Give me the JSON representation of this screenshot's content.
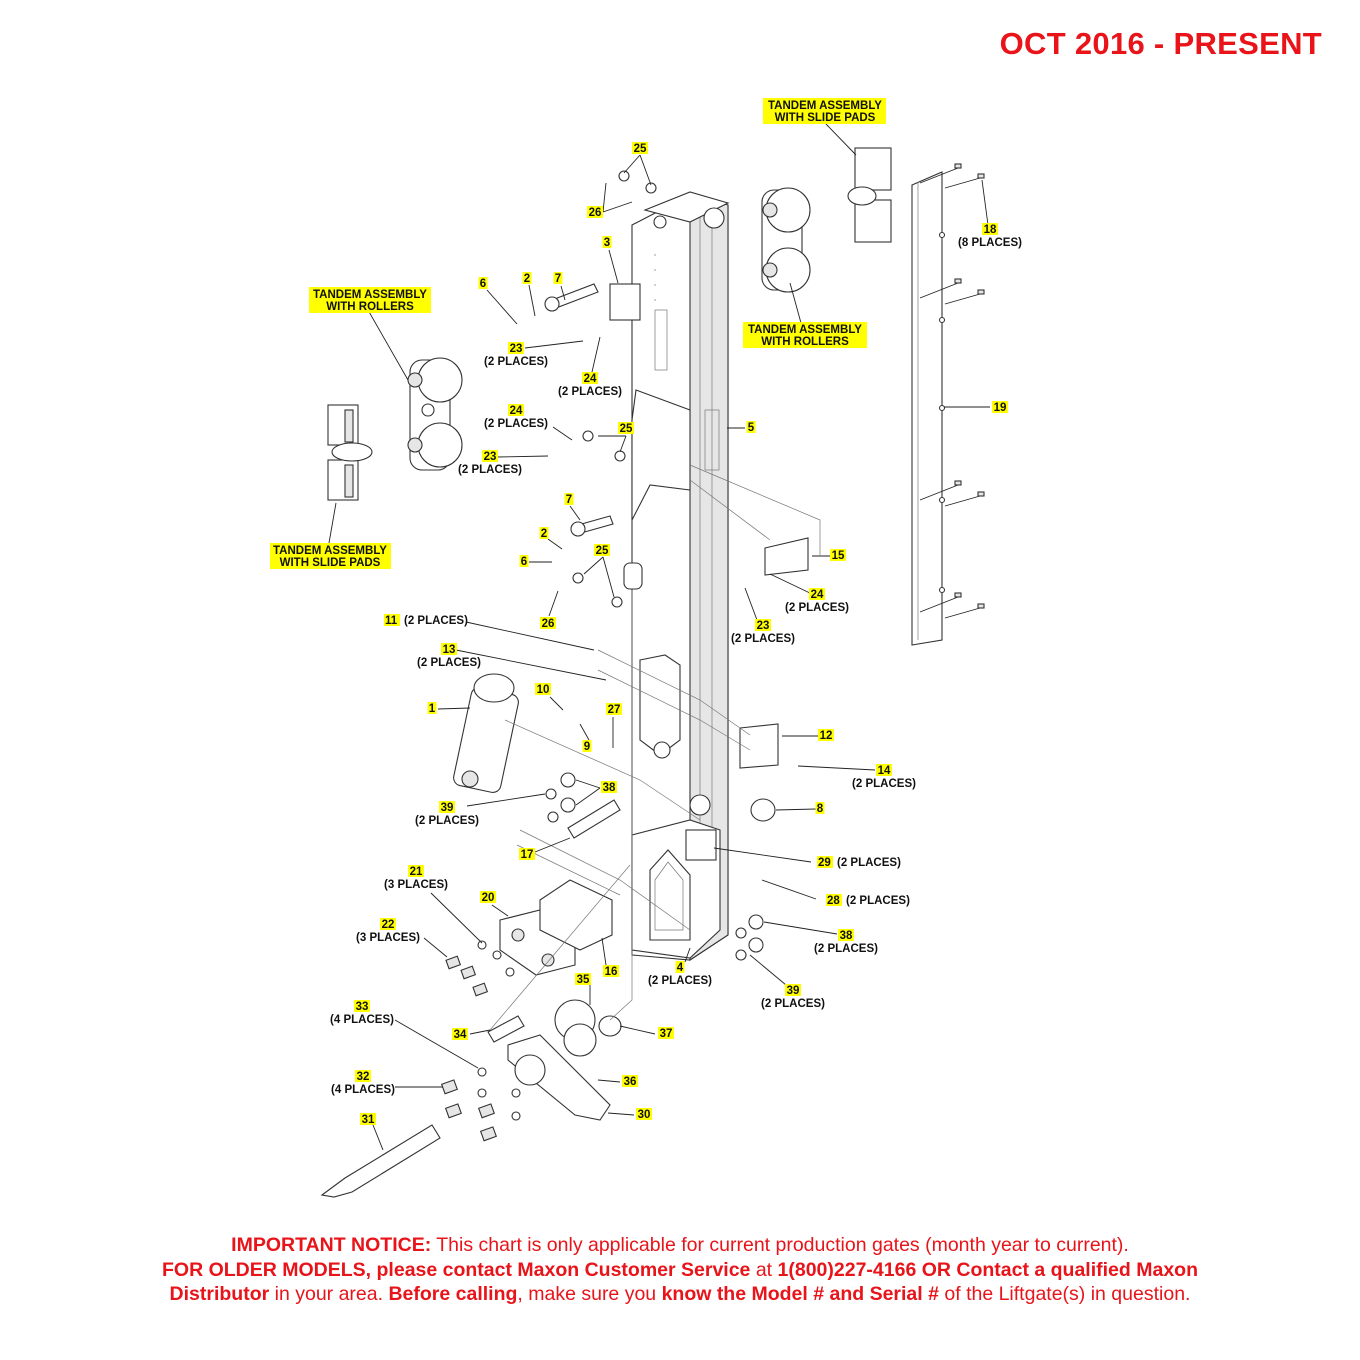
{
  "header": {
    "date_range": "OCT 2016 - PRESENT"
  },
  "callouts": {
    "tandem_rollers_left": [
      "TANDEM ASSEMBLY",
      "WITH ROLLERS"
    ],
    "tandem_slide_left": [
      "TANDEM ASSEMBLY",
      "WITH SLIDE PADS"
    ],
    "tandem_slide_right": [
      "TANDEM ASSEMBLY",
      "WITH SLIDE PADS"
    ],
    "tandem_rollers_right": [
      "TANDEM ASSEMBLY",
      "WITH ROLLERS"
    ]
  },
  "parts": [
    {
      "num": "25",
      "qty": ""
    },
    {
      "num": "26",
      "qty": ""
    },
    {
      "num": "3",
      "qty": ""
    },
    {
      "num": "6",
      "qty": ""
    },
    {
      "num": "2",
      "qty": ""
    },
    {
      "num": "7",
      "qty": ""
    },
    {
      "num": "23",
      "qty": "(2 PLACES)"
    },
    {
      "num": "24",
      "qty": "(2 PLACES)"
    },
    {
      "num": "24",
      "qty": "(2 PLACES)"
    },
    {
      "num": "23",
      "qty": "(2 PLACES)"
    },
    {
      "num": "25",
      "qty": ""
    },
    {
      "num": "5",
      "qty": ""
    },
    {
      "num": "7",
      "qty": ""
    },
    {
      "num": "2",
      "qty": ""
    },
    {
      "num": "6",
      "qty": ""
    },
    {
      "num": "25",
      "qty": ""
    },
    {
      "num": "26",
      "qty": ""
    },
    {
      "num": "15",
      "qty": ""
    },
    {
      "num": "24",
      "qty": "(2 PLACES)"
    },
    {
      "num": "23",
      "qty": "(2 PLACES)"
    },
    {
      "num": "11",
      "qty": "(2 PLACES)"
    },
    {
      "num": "13",
      "qty": "(2 PLACES)"
    },
    {
      "num": "10",
      "qty": ""
    },
    {
      "num": "1",
      "qty": ""
    },
    {
      "num": "27",
      "qty": ""
    },
    {
      "num": "9",
      "qty": ""
    },
    {
      "num": "12",
      "qty": ""
    },
    {
      "num": "14",
      "qty": "(2 PLACES)"
    },
    {
      "num": "38",
      "qty": ""
    },
    {
      "num": "39",
      "qty": "(2 PLACES)"
    },
    {
      "num": "8",
      "qty": ""
    },
    {
      "num": "17",
      "qty": ""
    },
    {
      "num": "29",
      "qty": "(2 PLACES)"
    },
    {
      "num": "21",
      "qty": "(3 PLACES)"
    },
    {
      "num": "28",
      "qty": "(2 PLACES)"
    },
    {
      "num": "20",
      "qty": ""
    },
    {
      "num": "22",
      "qty": "(3 PLACES)"
    },
    {
      "num": "38",
      "qty": "(2 PLACES)"
    },
    {
      "num": "16",
      "qty": ""
    },
    {
      "num": "4",
      "qty": "(2 PLACES)"
    },
    {
      "num": "39",
      "qty": "(2 PLACES)"
    },
    {
      "num": "35",
      "qty": ""
    },
    {
      "num": "33",
      "qty": "(4 PLACES)"
    },
    {
      "num": "34",
      "qty": ""
    },
    {
      "num": "37",
      "qty": ""
    },
    {
      "num": "32",
      "qty": "(4 PLACES)"
    },
    {
      "num": "36",
      "qty": ""
    },
    {
      "num": "31",
      "qty": ""
    },
    {
      "num": "30",
      "qty": ""
    },
    {
      "num": "18",
      "qty": "(8 PLACES)"
    },
    {
      "num": "19",
      "qty": ""
    }
  ],
  "notice": {
    "line1_bold": "IMPORTANT NOTICE:",
    "line1_text": " This chart is only applicable for current production gates (month year to current).",
    "line2_bold_a": "FOR OLDER MODELS, please contact Maxon Customer Service",
    "line2_text_a": " at ",
    "line2_bold_b": "1(800)227-4166 OR Contact a qualified Maxon",
    "line3_bold_a": "Distributor",
    "line3_text_a": " in your area. ",
    "line3_bold_b": "Before calling",
    "line3_text_b": ", make sure you ",
    "line3_bold_c": "know the Model # and Serial #",
    "line3_text_c": " of the Liftgate(s) in question."
  },
  "colors": {
    "accent_red": "#e8141a",
    "highlight_yellow": "#ffff00"
  }
}
